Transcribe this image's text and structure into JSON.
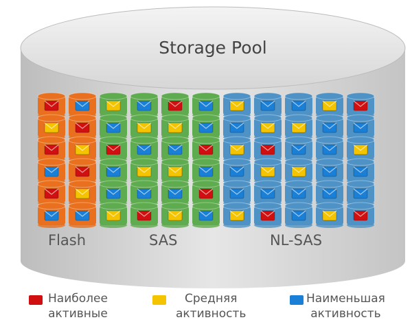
{
  "title": "Storage Pool",
  "tiers": [
    {
      "label": "Flash",
      "color": "#e8701e",
      "columns": 2
    },
    {
      "label": "SAS",
      "color": "#5fab4f",
      "columns": 4
    },
    {
      "label": "NL-SAS",
      "color": "#4f93c6",
      "columns": 5
    }
  ],
  "grid": [
    [
      "r",
      "b",
      "y",
      "b",
      "r",
      "b",
      "y",
      "b",
      "b",
      "y",
      "r"
    ],
    [
      "y",
      "r",
      "b",
      "y",
      "y",
      "b",
      "b",
      "y",
      "y",
      "b",
      "b"
    ],
    [
      "r",
      "y",
      "r",
      "b",
      "b",
      "r",
      "y",
      "r",
      "b",
      "b",
      "y"
    ],
    [
      "b",
      "r",
      "b",
      "y",
      "y",
      "b",
      "b",
      "y",
      "y",
      "b",
      "b"
    ],
    [
      "r",
      "y",
      "b",
      "b",
      "b",
      "r",
      "b",
      "b",
      "b",
      "b",
      "b"
    ],
    [
      "b",
      "b",
      "y",
      "r",
      "y",
      "b",
      "y",
      "r",
      "b",
      "y",
      "r"
    ]
  ],
  "activity_colors": {
    "r": "#d01010",
    "y": "#f5c400",
    "b": "#1a7fd6"
  },
  "legend": [
    {
      "key": "r",
      "line1": "Наиболее",
      "line2": "активные"
    },
    {
      "key": "y",
      "line1": "Средняя",
      "line2": "активность"
    },
    {
      "key": "b",
      "line1": "Наименьшая",
      "line2": "активность"
    }
  ]
}
